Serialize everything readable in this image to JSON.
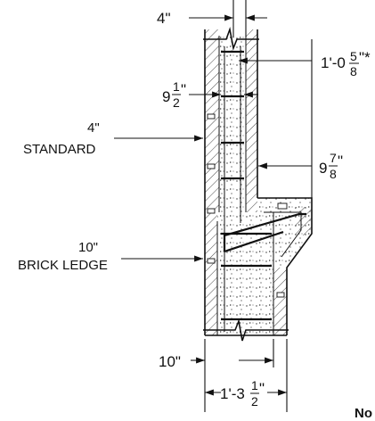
{
  "labels": {
    "top_dim": "4\"",
    "right_dim_whole": "1'-0",
    "right_dim_num": "5",
    "right_dim_den": "8",
    "right_dim_tail": "\"*",
    "left_dim_whole": "9",
    "left_dim_num": "1",
    "left_dim_den": "2",
    "left_dim_tail": "\"",
    "standard_size": "4\"",
    "standard_name": "STANDARD",
    "mid_dim_whole": "9",
    "mid_dim_num": "7",
    "mid_dim_den": "8",
    "mid_dim_tail": "\"",
    "ledge_size": "10\"",
    "ledge_name": "BRICK LEDGE",
    "bottom_dim": "10\"",
    "total_dim_whole": "1'-3",
    "total_dim_num": "1",
    "total_dim_den": "2",
    "total_dim_tail": "\"",
    "note": "No"
  }
}
